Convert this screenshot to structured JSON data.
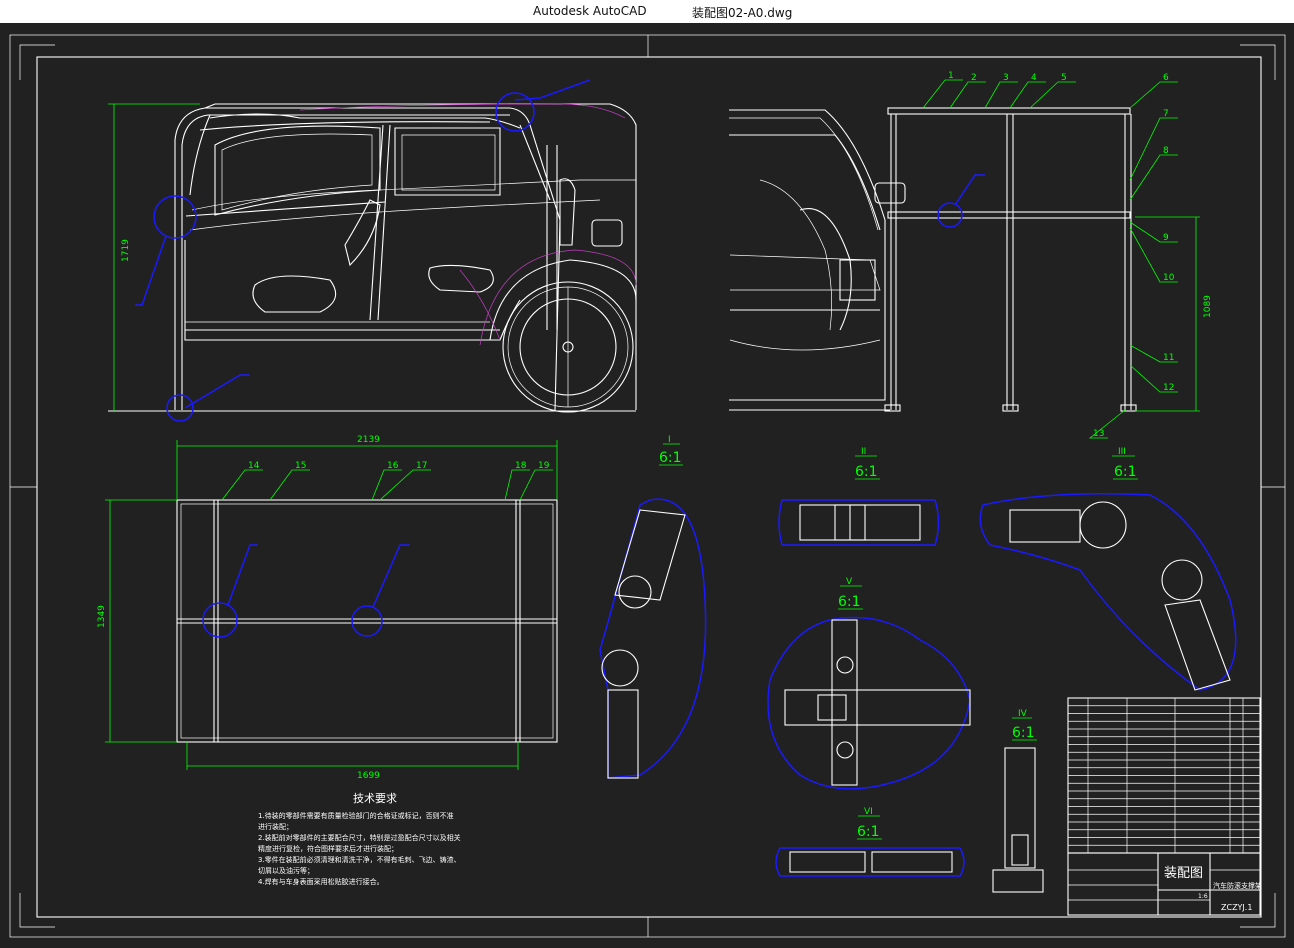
{
  "window": {
    "app_name": "Autodesk AutoCAD",
    "file_name": "装配图02-A0.dwg"
  },
  "drawing": {
    "dimensions": {
      "side_height": "1719",
      "rear_height": "1089",
      "top_width": "2139",
      "top_depth": "1349",
      "top_inner_width": "1699"
    },
    "balloons": [
      "1",
      "2",
      "3",
      "4",
      "5",
      "6",
      "7",
      "8",
      "9",
      "10",
      "11",
      "12",
      "13",
      "14",
      "15",
      "16",
      "17",
      "18",
      "19"
    ],
    "detail_views": [
      {
        "id": "I",
        "scale": "6:1"
      },
      {
        "id": "II",
        "scale": "6:1"
      },
      {
        "id": "III",
        "scale": "6:1"
      },
      {
        "id": "IV",
        "scale": "6:1"
      },
      {
        "id": "V",
        "scale": "6:1"
      },
      {
        "id": "VI",
        "scale": "6:1"
      }
    ],
    "tech_requirements": {
      "heading": "技术要求",
      "lines": [
        "1.待装的零部件需要有质量检验部门的合格证或标记，否则不准",
        "进行装配；",
        "2.装配前对零部件的主要配合尺寸，特别是过盈配合尺寸以及相关",
        "精度进行复检，符合图样要求后才进行装配；",
        "3.零件在装配前必须清理和清洗干净，不得有毛刺、飞边、铸渣、",
        "切屑以及油污等；",
        "4.焊有与车身表面采用松贴胶进行接合。"
      ]
    },
    "title_block": {
      "title": "装配图",
      "product": "汽车防滚支撑架",
      "drawing_no": "ZCZYJ.1",
      "scale_value": "1:6"
    }
  }
}
